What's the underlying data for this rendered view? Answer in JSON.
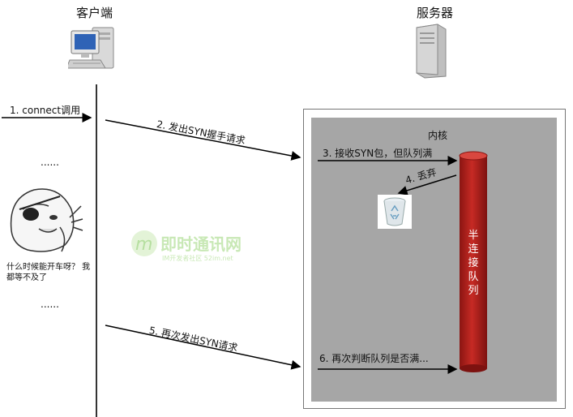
{
  "client": {
    "title": "客户端",
    "icon": "desktop-computer-icon"
  },
  "server": {
    "title": "服务器",
    "icon": "server-tower-icon"
  },
  "steps": {
    "s1": "1. connect调用",
    "s2": "2. 发出SYN握手请求",
    "s3": "3. 接收SYN包，但队列满",
    "s4": "4. 丢弃",
    "s5": "5. 再次发出SYN请求",
    "s6": "6. 再次判断队列是否满..."
  },
  "ellipsis_top": "......",
  "ellipsis_bottom": "......",
  "kernel_label": "内核",
  "queue_label": "半连接队列",
  "meme": {
    "caption_line1": "什么时候能开车呀？ 我",
    "caption_line2": "都等不及了"
  },
  "watermark": {
    "text": "即时通讯网",
    "sub": "IM开发者社区 52im.net"
  },
  "colors": {
    "server_box_border": "#777777",
    "kernel_fill": "#a6a6a6",
    "queue_red": "#b3201c",
    "watermark_green": "#8fd26a"
  }
}
